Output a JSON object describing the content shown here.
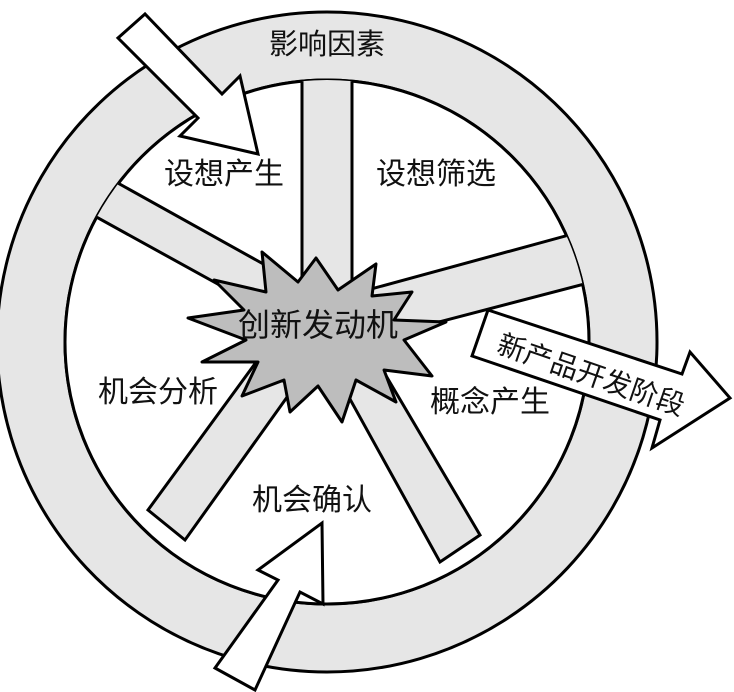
{
  "diagram": {
    "ring_label": "影响因素",
    "center_label": "创新发动机",
    "sectors": [
      {
        "id": "idea-generation",
        "label": "设想产生"
      },
      {
        "id": "idea-screening",
        "label": "设想筛选"
      },
      {
        "id": "concept-generation",
        "label": "概念产生"
      },
      {
        "id": "opportunity-confirmation",
        "label": "机会确认"
      },
      {
        "id": "opportunity-analysis",
        "label": "机会分析"
      }
    ],
    "output_arrow_label": "新产品开发阶段",
    "colors": {
      "stroke": "#000000",
      "ring_fill": "#e6e6e6",
      "spoke_fill": "#e6e6e6",
      "starburst_fill": "#bdbdbd",
      "background": "#ffffff"
    }
  }
}
